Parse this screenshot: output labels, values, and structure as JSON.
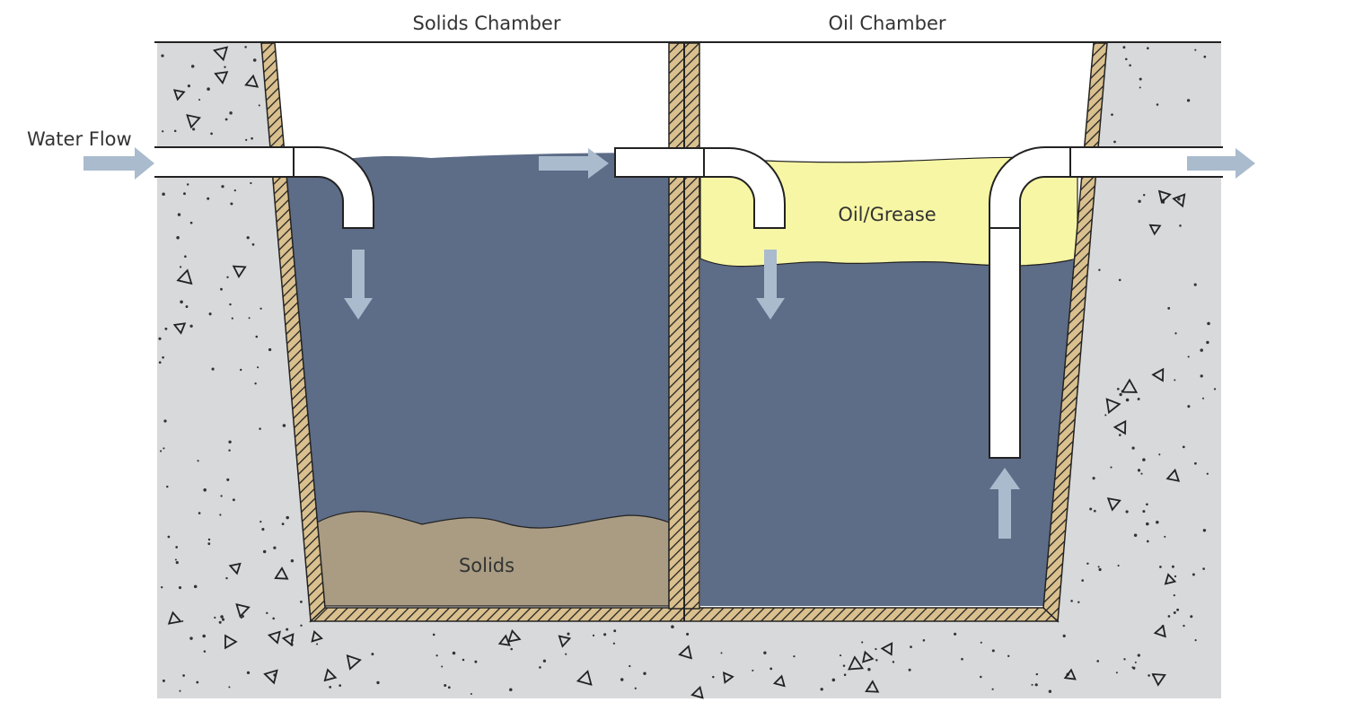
{
  "labels": {
    "solids_chamber": "Solids Chamber",
    "oil_chamber": "Oil Chamber",
    "water_flow": "Water Flow",
    "oil_grease": "Oil/Grease",
    "solids": "Solids"
  },
  "colors": {
    "ground": "#d8d9da",
    "water": "#5d6c87",
    "oil": "#f7f6a4",
    "sludge": "#a99c83",
    "wall": "#d9c08e",
    "arrow": "#a9bbcd",
    "pipe": "#ffffff",
    "stroke": "#222222"
  }
}
